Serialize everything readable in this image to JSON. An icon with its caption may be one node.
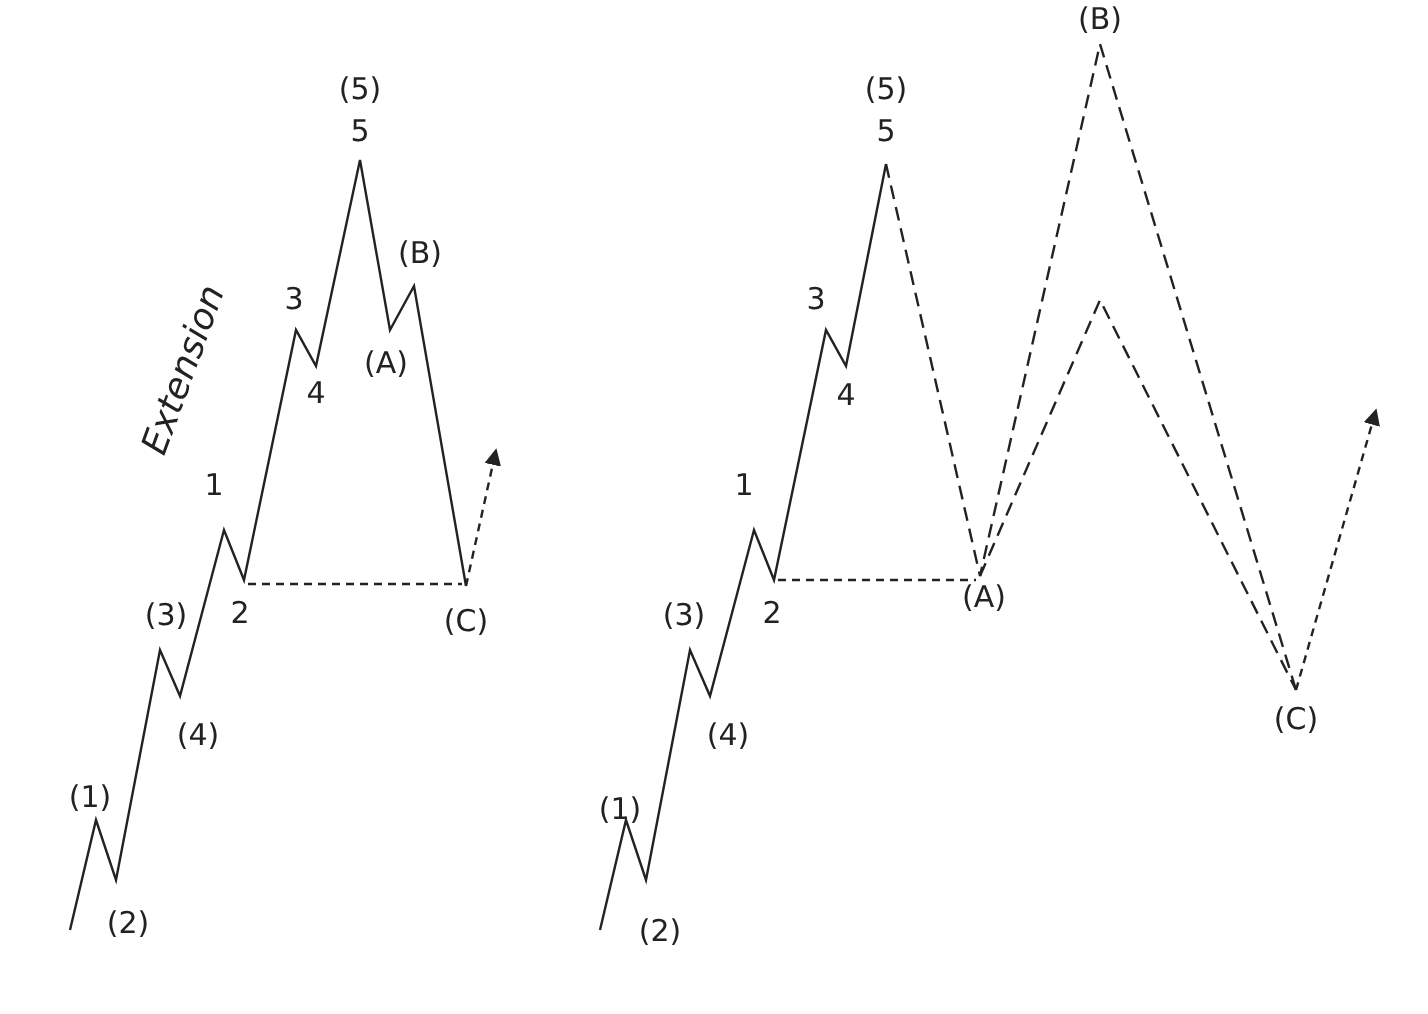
{
  "diagram": {
    "labels": [
      "Extension",
      "(5)",
      "5",
      "(B)",
      "3",
      "(A)",
      "4",
      "1",
      "(3)",
      "2",
      "(C)",
      "(4)",
      "(1)",
      "(2)",
      "(B)",
      "(5)",
      "5",
      "3",
      "4",
      "1",
      "(3)",
      "2",
      "(A)",
      "(4)",
      "(C)",
      "(1)",
      "(2)"
    ]
  }
}
